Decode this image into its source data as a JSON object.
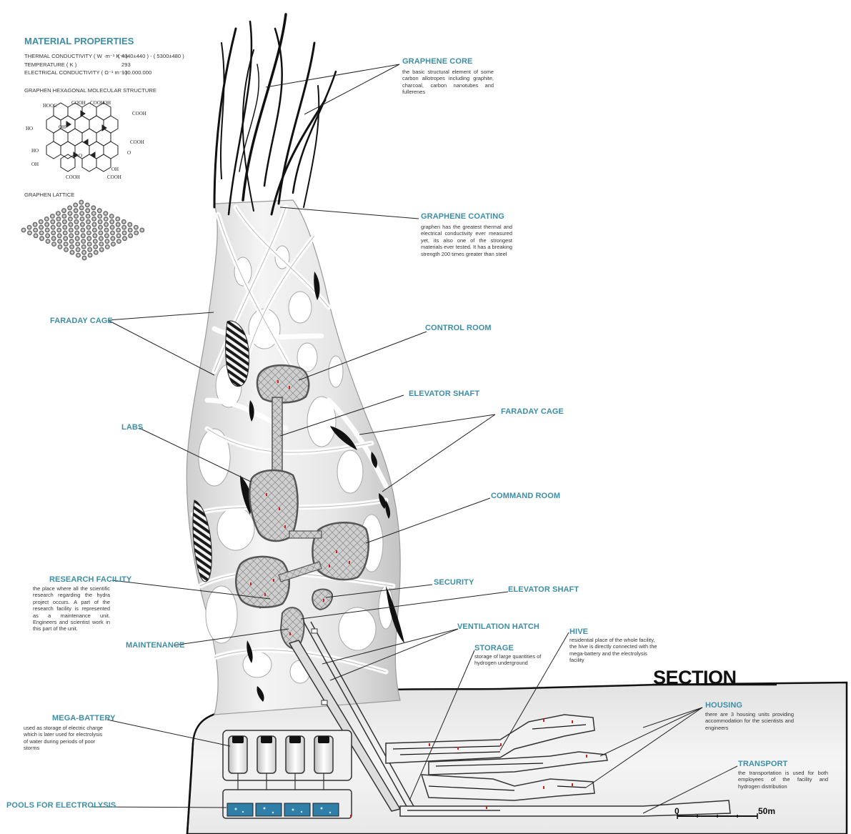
{
  "material_properties": {
    "title": "MATERIAL PROPERTIES",
    "rows": [
      {
        "label": "THERMAL CONDUCTIVITY ( W ·m⁻¹ K⁻¹ )",
        "value": "( 4840±440 ) - ( 5300±480 )"
      },
      {
        "label": "TEMPERATURE ( K )",
        "value": "293"
      },
      {
        "label": "ELECTRICAL CONDUCTIVITY ( Ω⁻¹ m⁻¹ )",
        "value": "100.000.000"
      }
    ],
    "structure_title": "GRAPHEN HEXAGONAL MOLECULAR STRUCTURE",
    "lattice_title": "GRAPHEN LATTICE",
    "chem_groups": [
      "HOOC",
      "COOH",
      "COOH",
      "OH",
      "COOH",
      "HO",
      "OH",
      "COOH",
      "HO",
      "O",
      "O",
      "OH",
      "COOH",
      "OH",
      "COOH"
    ]
  },
  "labels": {
    "graphene_core": {
      "title": "GRAPHENE CORE",
      "text": "the basic structural element of some carbon allotropes including graphite, charcoal, carbon nanotubes and fullerenes"
    },
    "graphene_coating": {
      "title": "GRAPHENE COATING",
      "text": "graphen has the greatest thermal and electrical conductivity ever measured yet, its also one of the strongest materials ever tested. It has a breaking strength 200 times greater than steel"
    },
    "faraday_cage_left": {
      "title": "FARADAY CAGE"
    },
    "faraday_cage_right": {
      "title": "FARADAY CAGE"
    },
    "control_room": {
      "title": "CONTROL ROOM"
    },
    "elevator_shaft_top": {
      "title": "ELEVATOR SHAFT"
    },
    "elevator_shaft_mid": {
      "title": "ELEVATOR SHAFT"
    },
    "labs": {
      "title": "LABS"
    },
    "command_room": {
      "title": "COMMAND ROOM"
    },
    "research_facility": {
      "title": "RESEARCH FACILITY",
      "text": "the place where all the scientific research regarding the hydra project occurs. A part of the research facility is represented as a maintenance unit. Engineers and scientist work in this part of the unit."
    },
    "security": {
      "title": "SECURITY"
    },
    "maintenance": {
      "title": "MAINTENANCE"
    },
    "ventilation_hatch": {
      "title": "VENTILATION HATCH"
    },
    "hive": {
      "title": "HIVE",
      "text": "residential place of the whole facility, the hive is directly connected with the mega-battery and the electrolysis facility"
    },
    "storage": {
      "title": "STORAGE",
      "text": "storage of large quantities of hydrogen underground"
    },
    "mega_battery": {
      "title": "MEGA-BATTERY",
      "text": "used as storage of electric charge which is later used for electrolysis of water during periods of poor storms"
    },
    "housing": {
      "title": "HOUSING",
      "text": "there are 3 housing units providing accommodation for the scientists and engineers"
    },
    "transport": {
      "title": "TRANSPORT",
      "text": "the transportation is used for both employees of the facility and hydrogen distribution"
    },
    "pools": {
      "title": "POOLS FOR ELECTROLYSIS"
    }
  },
  "section_title": "SECTION",
  "scale_bar": {
    "start": "0",
    "end": "50m"
  },
  "colors": {
    "accent": "#3d8ea6",
    "ink": "#111111",
    "water": "#2f7fa8"
  }
}
